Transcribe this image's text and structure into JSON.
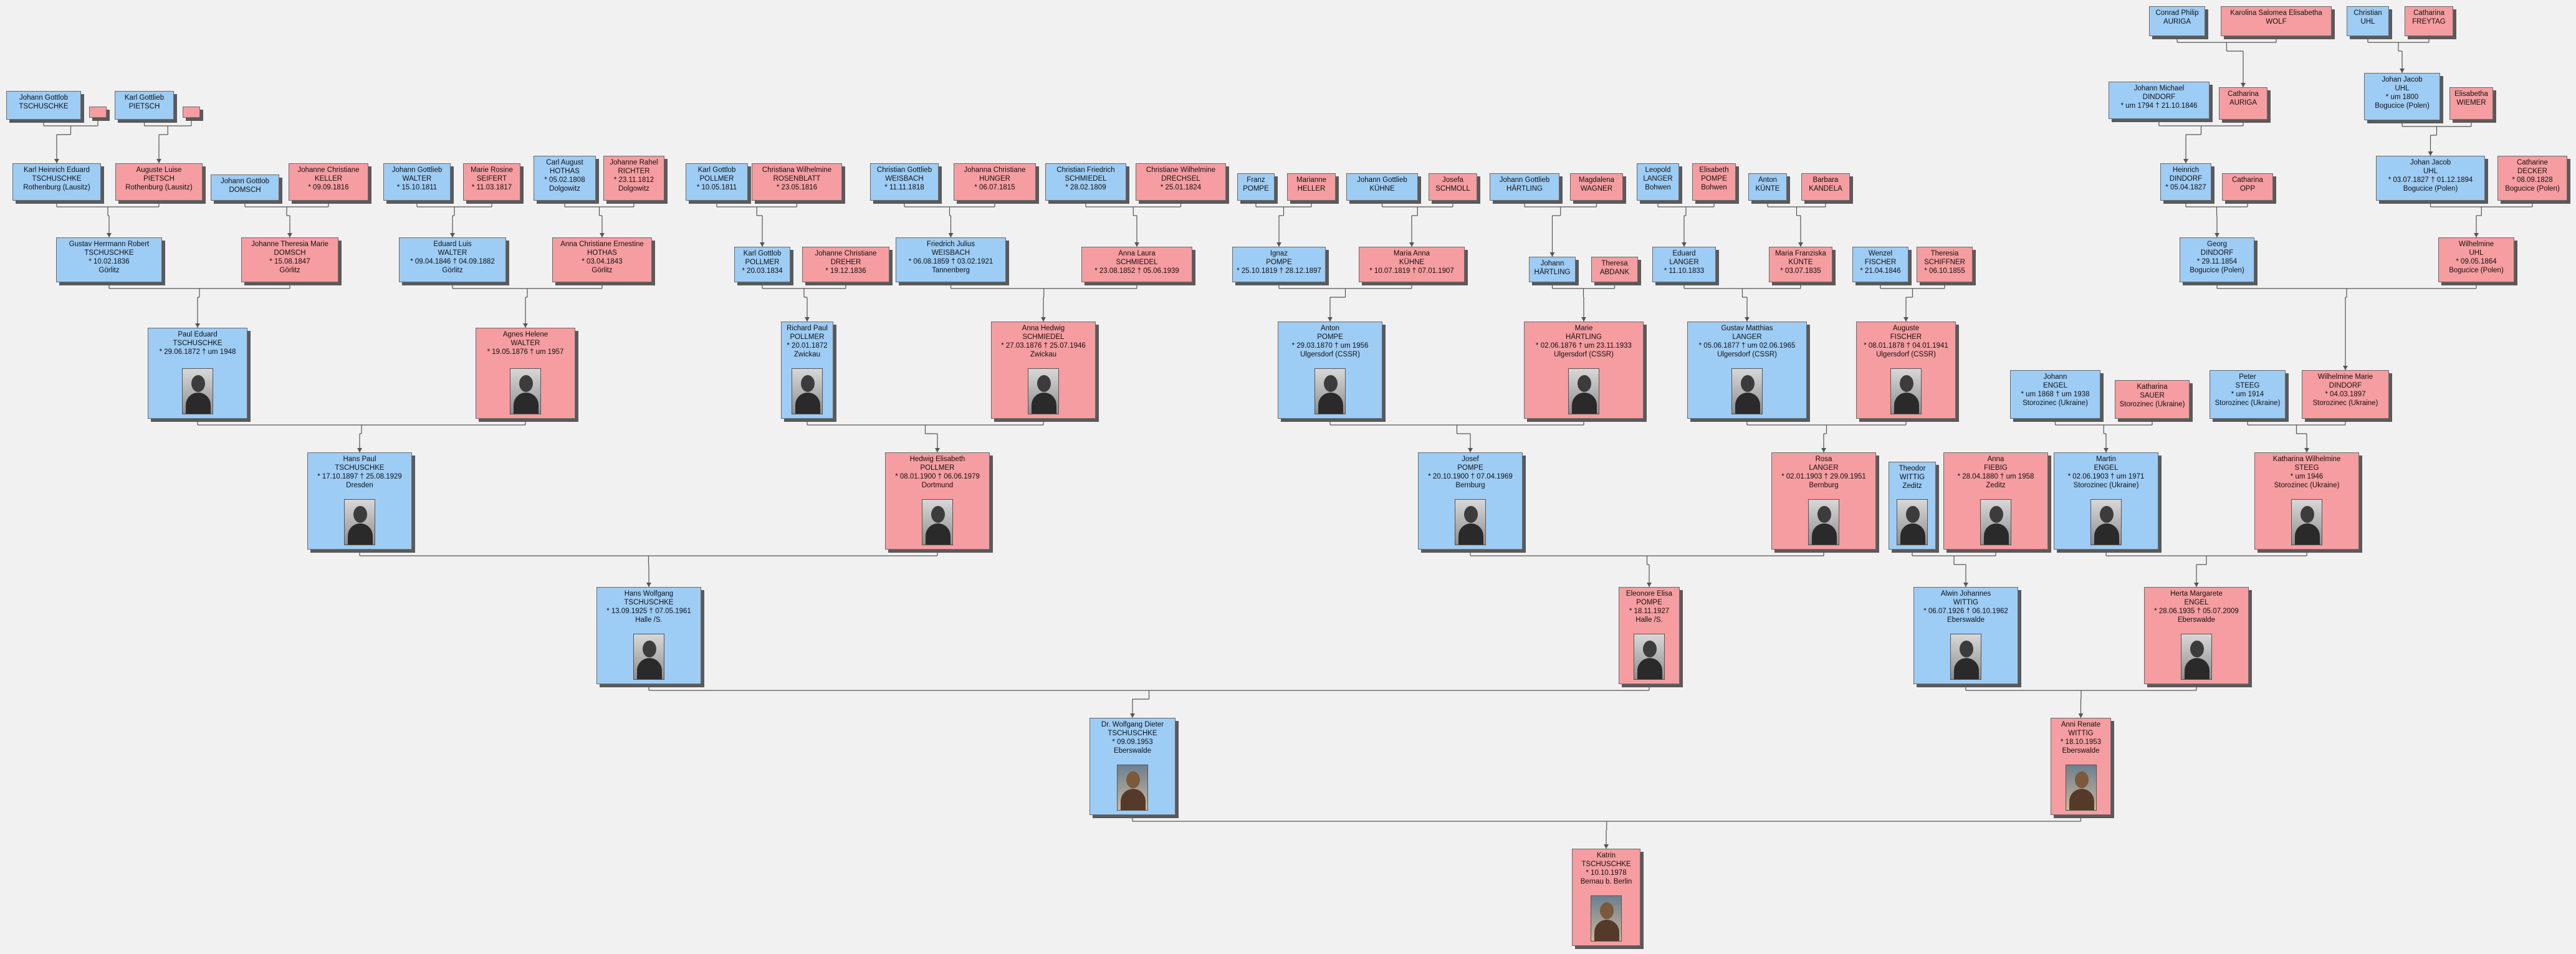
{
  "colors": {
    "male": "#9dccf5",
    "female": "#f59da0",
    "line": "#555555",
    "background": "#f1f1f1"
  },
  "people": [
    {
      "id": "conrad_auriga",
      "sex": "m",
      "lines": [
        "Conrad Philip",
        "AURIGA"
      ]
    },
    {
      "id": "karolina_wolf",
      "sex": "f",
      "lines": [
        "Karolina Salomea Elisabetha",
        "WOLF"
      ]
    },
    {
      "id": "christian_uhl",
      "sex": "m",
      "lines": [
        "Christian",
        "UHL"
      ]
    },
    {
      "id": "catharina_freytag",
      "sex": "f",
      "lines": [
        "Catharina",
        "FREYTAG"
      ]
    },
    {
      "id": "johann_gottlob_tschuschke",
      "sex": "m",
      "lines": [
        "Johann Gottlob",
        "TSCHUSCHKE"
      ]
    },
    {
      "id": "unknown_f1",
      "sex": "f",
      "lines": []
    },
    {
      "id": "karl_gottlieb_pietsch",
      "sex": "m",
      "lines": [
        "Karl Gottlieb",
        "PIETSCH"
      ]
    },
    {
      "id": "unknown_f2",
      "sex": "f",
      "lines": []
    },
    {
      "id": "johann_michael_dindorf",
      "sex": "m",
      "lines": [
        "Johann Michael",
        "DINDORF",
        "* um 1794  † 21.10.1846"
      ]
    },
    {
      "id": "catharina_auriga",
      "sex": "f",
      "lines": [
        "Catharina",
        "AURIGA"
      ]
    },
    {
      "id": "johan_jacob_uhl_sr",
      "sex": "m",
      "lines": [
        "Johan Jacob",
        "UHL",
        "* um 1800",
        "Bogucice (Polen)"
      ]
    },
    {
      "id": "elisabetha_wiemer",
      "sex": "f",
      "lines": [
        "Elisabetha",
        "WIEMER"
      ]
    },
    {
      "id": "karl_heinrich_tschuschke",
      "sex": "m",
      "lines": [
        "Karl Heinrich Eduard",
        "TSCHUSCHKE",
        "Rothenburg (Lausitz)"
      ]
    },
    {
      "id": "auguste_pietsch",
      "sex": "f",
      "lines": [
        "Auguste Luise",
        "PIETSCH",
        "Rothenburg (Lausitz)"
      ]
    },
    {
      "id": "johann_gottlob_domsch",
      "sex": "m",
      "lines": [
        "Johann Gottlob",
        "DOMSCH"
      ]
    },
    {
      "id": "johanne_keller",
      "sex": "f",
      "lines": [
        "Johanne Christiane",
        "KELLER",
        "* 09.09.1816"
      ]
    },
    {
      "id": "johann_gottlieb_walter",
      "sex": "m",
      "lines": [
        "Johann Gottlieb",
        "WALTER",
        "* 15.10.1811"
      ]
    },
    {
      "id": "marie_seifert",
      "sex": "f",
      "lines": [
        "Marie Rosine",
        "SEIFERT",
        "* 11.03.1817"
      ]
    },
    {
      "id": "carl_hothas",
      "sex": "m",
      "lines": [
        "Carl August",
        "HOTHAS",
        "* 05.02.1808",
        "Dolgowitz"
      ]
    },
    {
      "id": "johanne_richter",
      "sex": "f",
      "lines": [
        "Johanne Rahel",
        "RICHTER",
        "* 23.11.1812",
        "Dolgowitz"
      ]
    },
    {
      "id": "karl_gottlob_pollmer_sr",
      "sex": "m",
      "lines": [
        "Karl Gottlob",
        "POLLMER",
        "* 10.05.1811"
      ]
    },
    {
      "id": "christiana_rosenblatt",
      "sex": "f",
      "lines": [
        "Christiana Wilhelmine",
        "ROSENBLATT",
        "* 23.05.1816"
      ]
    },
    {
      "id": "christian_weisbach",
      "sex": "m",
      "lines": [
        "Christian Gottlieb",
        "WEISBACH",
        "* 11.11.1818"
      ]
    },
    {
      "id": "johanna_hunger",
      "sex": "f",
      "lines": [
        "Johanna Christiane",
        "HUNGER",
        "* 06.07.1815"
      ]
    },
    {
      "id": "christian_schmiedel",
      "sex": "m",
      "lines": [
        "Christian Friedrich",
        "SCHMIEDEL",
        "* 28.02.1809"
      ]
    },
    {
      "id": "christiane_drechsel",
      "sex": "f",
      "lines": [
        "Christiane Wilhelmine",
        "DRECHSEL",
        "* 25.01.1824"
      ]
    },
    {
      "id": "franz_pompe",
      "sex": "m",
      "lines": [
        "Franz",
        "POMPE"
      ]
    },
    {
      "id": "marianne_heller",
      "sex": "f",
      "lines": [
        "Marianne",
        "HELLER"
      ]
    },
    {
      "id": "johann_kuhne",
      "sex": "m",
      "lines": [
        "Johann Gottlieb",
        "KÜHNE"
      ]
    },
    {
      "id": "josefa_schmoll",
      "sex": "f",
      "lines": [
        "Josefa",
        "SCHMOLL"
      ]
    },
    {
      "id": "johann_hartling_sr",
      "sex": "m",
      "lines": [
        "Johann Gottlieb",
        "HÄRTLING"
      ]
    },
    {
      "id": "magdalena_wagner",
      "sex": "f",
      "lines": [
        "Magdalena",
        "WAGNER"
      ]
    },
    {
      "id": "leopold_langer",
      "sex": "m",
      "lines": [
        "Leopold",
        "LANGER",
        "Bohwen"
      ]
    },
    {
      "id": "elisabeth_pompe",
      "sex": "f",
      "lines": [
        "Elisabeth",
        "POMPE",
        "Bohwen"
      ]
    },
    {
      "id": "anton_kunte",
      "sex": "m",
      "lines": [
        "Anton",
        "KÜNTE"
      ]
    },
    {
      "id": "barbara_kandela",
      "sex": "f",
      "lines": [
        "Barbara",
        "KANDELA"
      ]
    },
    {
      "id": "heinrich_dindorf",
      "sex": "m",
      "lines": [
        "Heinrich",
        "DINDORF",
        "* 05.04.1827"
      ]
    },
    {
      "id": "catharina_opp",
      "sex": "f",
      "lines": [
        "Catharina",
        "OPP"
      ]
    },
    {
      "id": "johan_jacob_uhl",
      "sex": "m",
      "lines": [
        "Johan Jacob",
        "UHL",
        "* 03.07.1827  † 01.12.1894",
        "Bogucice (Polen)"
      ]
    },
    {
      "id": "catharine_decker",
      "sex": "f",
      "lines": [
        "Catharine",
        "DECKER",
        "* 08.09.1828",
        "Bogucice (Polen)"
      ]
    },
    {
      "id": "gustav_tschuschke",
      "sex": "m",
      "lines": [
        "Gustav Herrmann Robert",
        "TSCHUSCHKE",
        "* 10.02.1836",
        "Görlitz"
      ]
    },
    {
      "id": "johanne_domsch",
      "sex": "f",
      "lines": [
        "Johanne Theresia Marie",
        "DOMSCH",
        "* 15.08.1847",
        "Görlitz"
      ]
    },
    {
      "id": "eduard_walter",
      "sex": "m",
      "lines": [
        "Eduard Luis",
        "WALTER",
        "* 09.04.1846  † 04.09.1882",
        "Görlitz"
      ]
    },
    {
      "id": "anna_hothas",
      "sex": "f",
      "lines": [
        "Anna Christiane Ernestine",
        "HOTHAS",
        "* 03.04.1843",
        "Görlitz"
      ]
    },
    {
      "id": "karl_gottlob_pollmer",
      "sex": "m",
      "lines": [
        "Karl Gottlob",
        "POLLMER",
        "* 20.03.1834"
      ]
    },
    {
      "id": "johanne_dreher",
      "sex": "f",
      "lines": [
        "Johanne Christiane",
        "DREHER",
        "* 19.12.1836"
      ]
    },
    {
      "id": "friedrich_weisbach",
      "sex": "m",
      "lines": [
        "Friedrich Julius",
        "WEISBACH",
        "* 06.08.1859  † 03.02.1921",
        "Tannenberg"
      ]
    },
    {
      "id": "anna_schmiedel",
      "sex": "f",
      "lines": [
        "Anna Laura",
        "SCHMIEDEL",
        "* 23.08.1852  † 05.06.1939"
      ]
    },
    {
      "id": "ignaz_pompe",
      "sex": "m",
      "lines": [
        "Ignaz",
        "POMPE",
        "* 25.10.1819  † 28.12.1897"
      ]
    },
    {
      "id": "maria_kuhne",
      "sex": "f",
      "lines": [
        "Maria Anna",
        "KÜHNE",
        "* 10.07.1819  † 07.01.1907"
      ]
    },
    {
      "id": "johann_hartling",
      "sex": "m",
      "lines": [
        "Johann",
        "HÄRTLING"
      ]
    },
    {
      "id": "theresa_abdank",
      "sex": "f",
      "lines": [
        "Theresa",
        "ABDANK"
      ]
    },
    {
      "id": "eduard_langer",
      "sex": "m",
      "lines": [
        "Eduard",
        "LANGER",
        "* 11.10.1833"
      ]
    },
    {
      "id": "maria_kunte",
      "sex": "f",
      "lines": [
        "Maria Franziska",
        "KÜNTE",
        "* 03.07.1835"
      ]
    },
    {
      "id": "wenzel_fischer",
      "sex": "m",
      "lines": [
        "Wenzel",
        "FISCHER",
        "* 21.04.1846"
      ]
    },
    {
      "id": "theresia_schiffner",
      "sex": "f",
      "lines": [
        "Theresia",
        "SCHIFFNER",
        "* 06.10.1855"
      ]
    },
    {
      "id": "georg_dindorf",
      "sex": "m",
      "lines": [
        "Georg",
        "DINDORF",
        "* 29.11.1854",
        "Bogucice (Polen)"
      ]
    },
    {
      "id": "wilhelmine_uhl",
      "sex": "f",
      "lines": [
        "Wilhelmine",
        "UHL",
        "* 09.05.1864",
        "Bogucice (Polen)"
      ]
    },
    {
      "id": "paul_tschuschke",
      "sex": "m",
      "photo": true,
      "lines": [
        "Paul Eduard",
        "TSCHUSCHKE",
        "* 29.06.1872  † um 1948"
      ]
    },
    {
      "id": "agnes_walter",
      "sex": "f",
      "photo": true,
      "lines": [
        "Agnes Helene",
        "WALTER",
        "* 19.05.1876  † um 1957"
      ]
    },
    {
      "id": "richard_pollmer",
      "sex": "m",
      "photo": true,
      "lines": [
        "Richard Paul",
        "POLLMER",
        "* 20.01.1872",
        "Zwickau"
      ]
    },
    {
      "id": "anna_schmiedel_weisbach",
      "sex": "f",
      "photo": true,
      "lines": [
        "Anna Hedwig",
        "SCHMIEDEL",
        "* 27.03.1876  † 25.07.1946",
        "Zwickau"
      ]
    },
    {
      "id": "anton_pompe",
      "sex": "m",
      "photo": true,
      "lines": [
        "Anton",
        "POMPE",
        "* 29.03.1870  † um 1956",
        "Ulgersdorf (CSSR)"
      ]
    },
    {
      "id": "marie_hartling",
      "sex": "f",
      "photo": true,
      "lines": [
        "Marie",
        "HÄRTLING",
        "* 02.06.1876  † um 23.11.1933",
        "Ulgersdorf (CSSR)"
      ]
    },
    {
      "id": "gustav_langer",
      "sex": "m",
      "photo": true,
      "lines": [
        "Gustav Matthias",
        "LANGER",
        "* 05.06.1877  † um 02.06.1965",
        "Ulgersdorf (CSSR)"
      ]
    },
    {
      "id": "auguste_fischer",
      "sex": "f",
      "photo": true,
      "lines": [
        "Auguste",
        "FISCHER",
        "* 08.01.1878  † 04.01.1941",
        "Ulgersdorf (CSSR)"
      ]
    },
    {
      "id": "johann_engel",
      "sex": "m",
      "lines": [
        "Johann",
        "ENGEL",
        "* um 1868  † um 1938",
        "Storozinec (Ukraine)"
      ]
    },
    {
      "id": "katharina_sauer",
      "sex": "f",
      "lines": [
        "Katharina",
        "SAUER",
        "Storozinec (Ukraine)"
      ]
    },
    {
      "id": "peter_steeg",
      "sex": "m",
      "lines": [
        "Peter",
        "STEEG",
        "* um 1914",
        "Storozinec (Ukraine)"
      ]
    },
    {
      "id": "wilhelmine_dindorf",
      "sex": "f",
      "lines": [
        "Wilhelmine Marie",
        "DINDORF",
        "* 04.03.1897",
        "Storozinec (Ukraine)"
      ]
    },
    {
      "id": "hans_paul_tschuschke",
      "sex": "m",
      "photo": true,
      "lines": [
        "Hans Paul",
        "TSCHUSCHKE",
        "* 17.10.1897  † 25.08.1929",
        "Dresden"
      ]
    },
    {
      "id": "hedwig_pollmer",
      "sex": "f",
      "photo": true,
      "lines": [
        "Hedwig Elisabeth",
        "POLLMER",
        "* 08.01.1900  † 06.06.1979",
        "Dortmund"
      ]
    },
    {
      "id": "josef_pompe",
      "sex": "m",
      "photo": true,
      "lines": [
        "Josef",
        "POMPE",
        "* 20.10.1900  † 07.04.1969",
        "Bernburg"
      ]
    },
    {
      "id": "rosa_langer",
      "sex": "f",
      "photo": true,
      "lines": [
        "Rosa",
        "LANGER",
        "* 02.01.1903  † 29.09.1951",
        "Bernburg"
      ]
    },
    {
      "id": "theodor_wittig",
      "sex": "m",
      "photo": true,
      "lines": [
        "Theodor",
        "WITTIG",
        "Zeditz"
      ]
    },
    {
      "id": "anna_fiebig",
      "sex": "f",
      "photo": true,
      "lines": [
        "Anna",
        "FIEBIG",
        "* 28.04.1880  † um 1958",
        "Zeditz"
      ]
    },
    {
      "id": "martin_engel",
      "sex": "m",
      "photo": true,
      "lines": [
        "Martin",
        "ENGEL",
        "* 02.06.1903  † um 1971",
        "Storozinec (Ukraine)"
      ]
    },
    {
      "id": "katharina_steeg",
      "sex": "f",
      "photo": true,
      "lines": [
        "Katharina Wilhelmine",
        "STEEG",
        "* um 1946",
        "Storozinec (Ukraine)"
      ]
    },
    {
      "id": "hans_wolfgang_tschuschke",
      "sex": "m",
      "photo": true,
      "lines": [
        "Hans Wolfgang",
        "TSCHUSCHKE",
        "* 13.09.1925  † 07.05.1961",
        "Halle /S."
      ]
    },
    {
      "id": "eleonore_pompe",
      "sex": "f",
      "photo": true,
      "lines": [
        "Eleonore Elisa",
        "POMPE",
        "* 18.11.1927",
        "Halle /S."
      ]
    },
    {
      "id": "alwin_wittig",
      "sex": "m",
      "photo": true,
      "lines": [
        "Alwin Johannes",
        "WITTIG",
        "* 06.07.1926  † 06.10.1962",
        "Eberswalde"
      ]
    },
    {
      "id": "herta_engel",
      "sex": "f",
      "photo": true,
      "lines": [
        "Herta Margarete",
        "ENGEL",
        "* 28.06.1935  † 05.07.2009",
        "Eberswalde"
      ]
    },
    {
      "id": "wolfgang_tschuschke",
      "sex": "m",
      "photo": true,
      "color": true,
      "lines": [
        "Dr. Wolfgang Dieter",
        "TSCHUSCHKE",
        "* 09.09.1953",
        "Eberswalde"
      ]
    },
    {
      "id": "anni_wittig",
      "sex": "f",
      "photo": true,
      "color": true,
      "lines": [
        "Anni Renate",
        "WITTIG",
        "* 18.10.1953",
        "Eberswalde"
      ]
    },
    {
      "id": "katrin_tschuschke",
      "sex": "f",
      "photo": true,
      "color": true,
      "lines": [
        "Katrin",
        "TSCHUSCHKE",
        "* 10.10.1978",
        "Bernau b. Berlin"
      ]
    }
  ]
}
